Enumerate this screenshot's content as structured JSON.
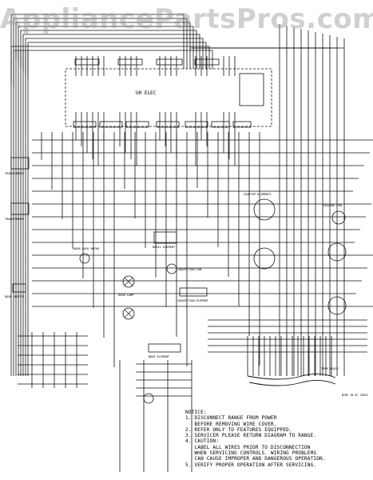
{
  "watermark": "AppliancePartsPros.com",
  "labels": {
    "uh_elec": "UH ELEC",
    "transformer_1": "TRANSFORMER",
    "transformer_2": "TRANSFORMER",
    "door_lock_motor": "DOOR LOCK MOTOR",
    "oven_lamp": "OVEN LAMP",
    "door_switch": "DOOR SWITCH",
    "broil_element": "BROIL ELEMENT",
    "convection_fan": "CONVECTION FAN",
    "convection_element": "CONVECTION ELEMENT",
    "bake_element": "BAKE ELEMENT",
    "cooling_fan": "COOLING FAN",
    "cooktop_elements": "COOKTOP ELEMENTS",
    "term_block": "TERM BLOCK",
    "wire_note": "WIRE IN BY TABLE"
  },
  "notice": {
    "title": "NOTICE:",
    "lines": [
      "1. DISCONNECT RANGE FROM POWER",
      "   BEFORE REMOVING WIRE COVER.",
      "2. REFER ONLY TO FEATURES EQUIPPED.",
      "3. SERVICER PLEASE RETURN DIAGRAM TO RANGE.",
      "4. CAUTION:",
      "   LABEL ALL WIRES PRIOR TO DISCONNECTION",
      "   WHEN SERVICING CONTROLS. WIRING PROBLEMS",
      "   CAN CAUSE IMPROPER AND DANGEROUS OPERATION.",
      "5. VERIFY PROPER OPERATION AFTER SERVICING."
    ]
  },
  "colors": {
    "line": "#111111",
    "watermark": "#9a9a9a",
    "background": "#ffffff"
  }
}
